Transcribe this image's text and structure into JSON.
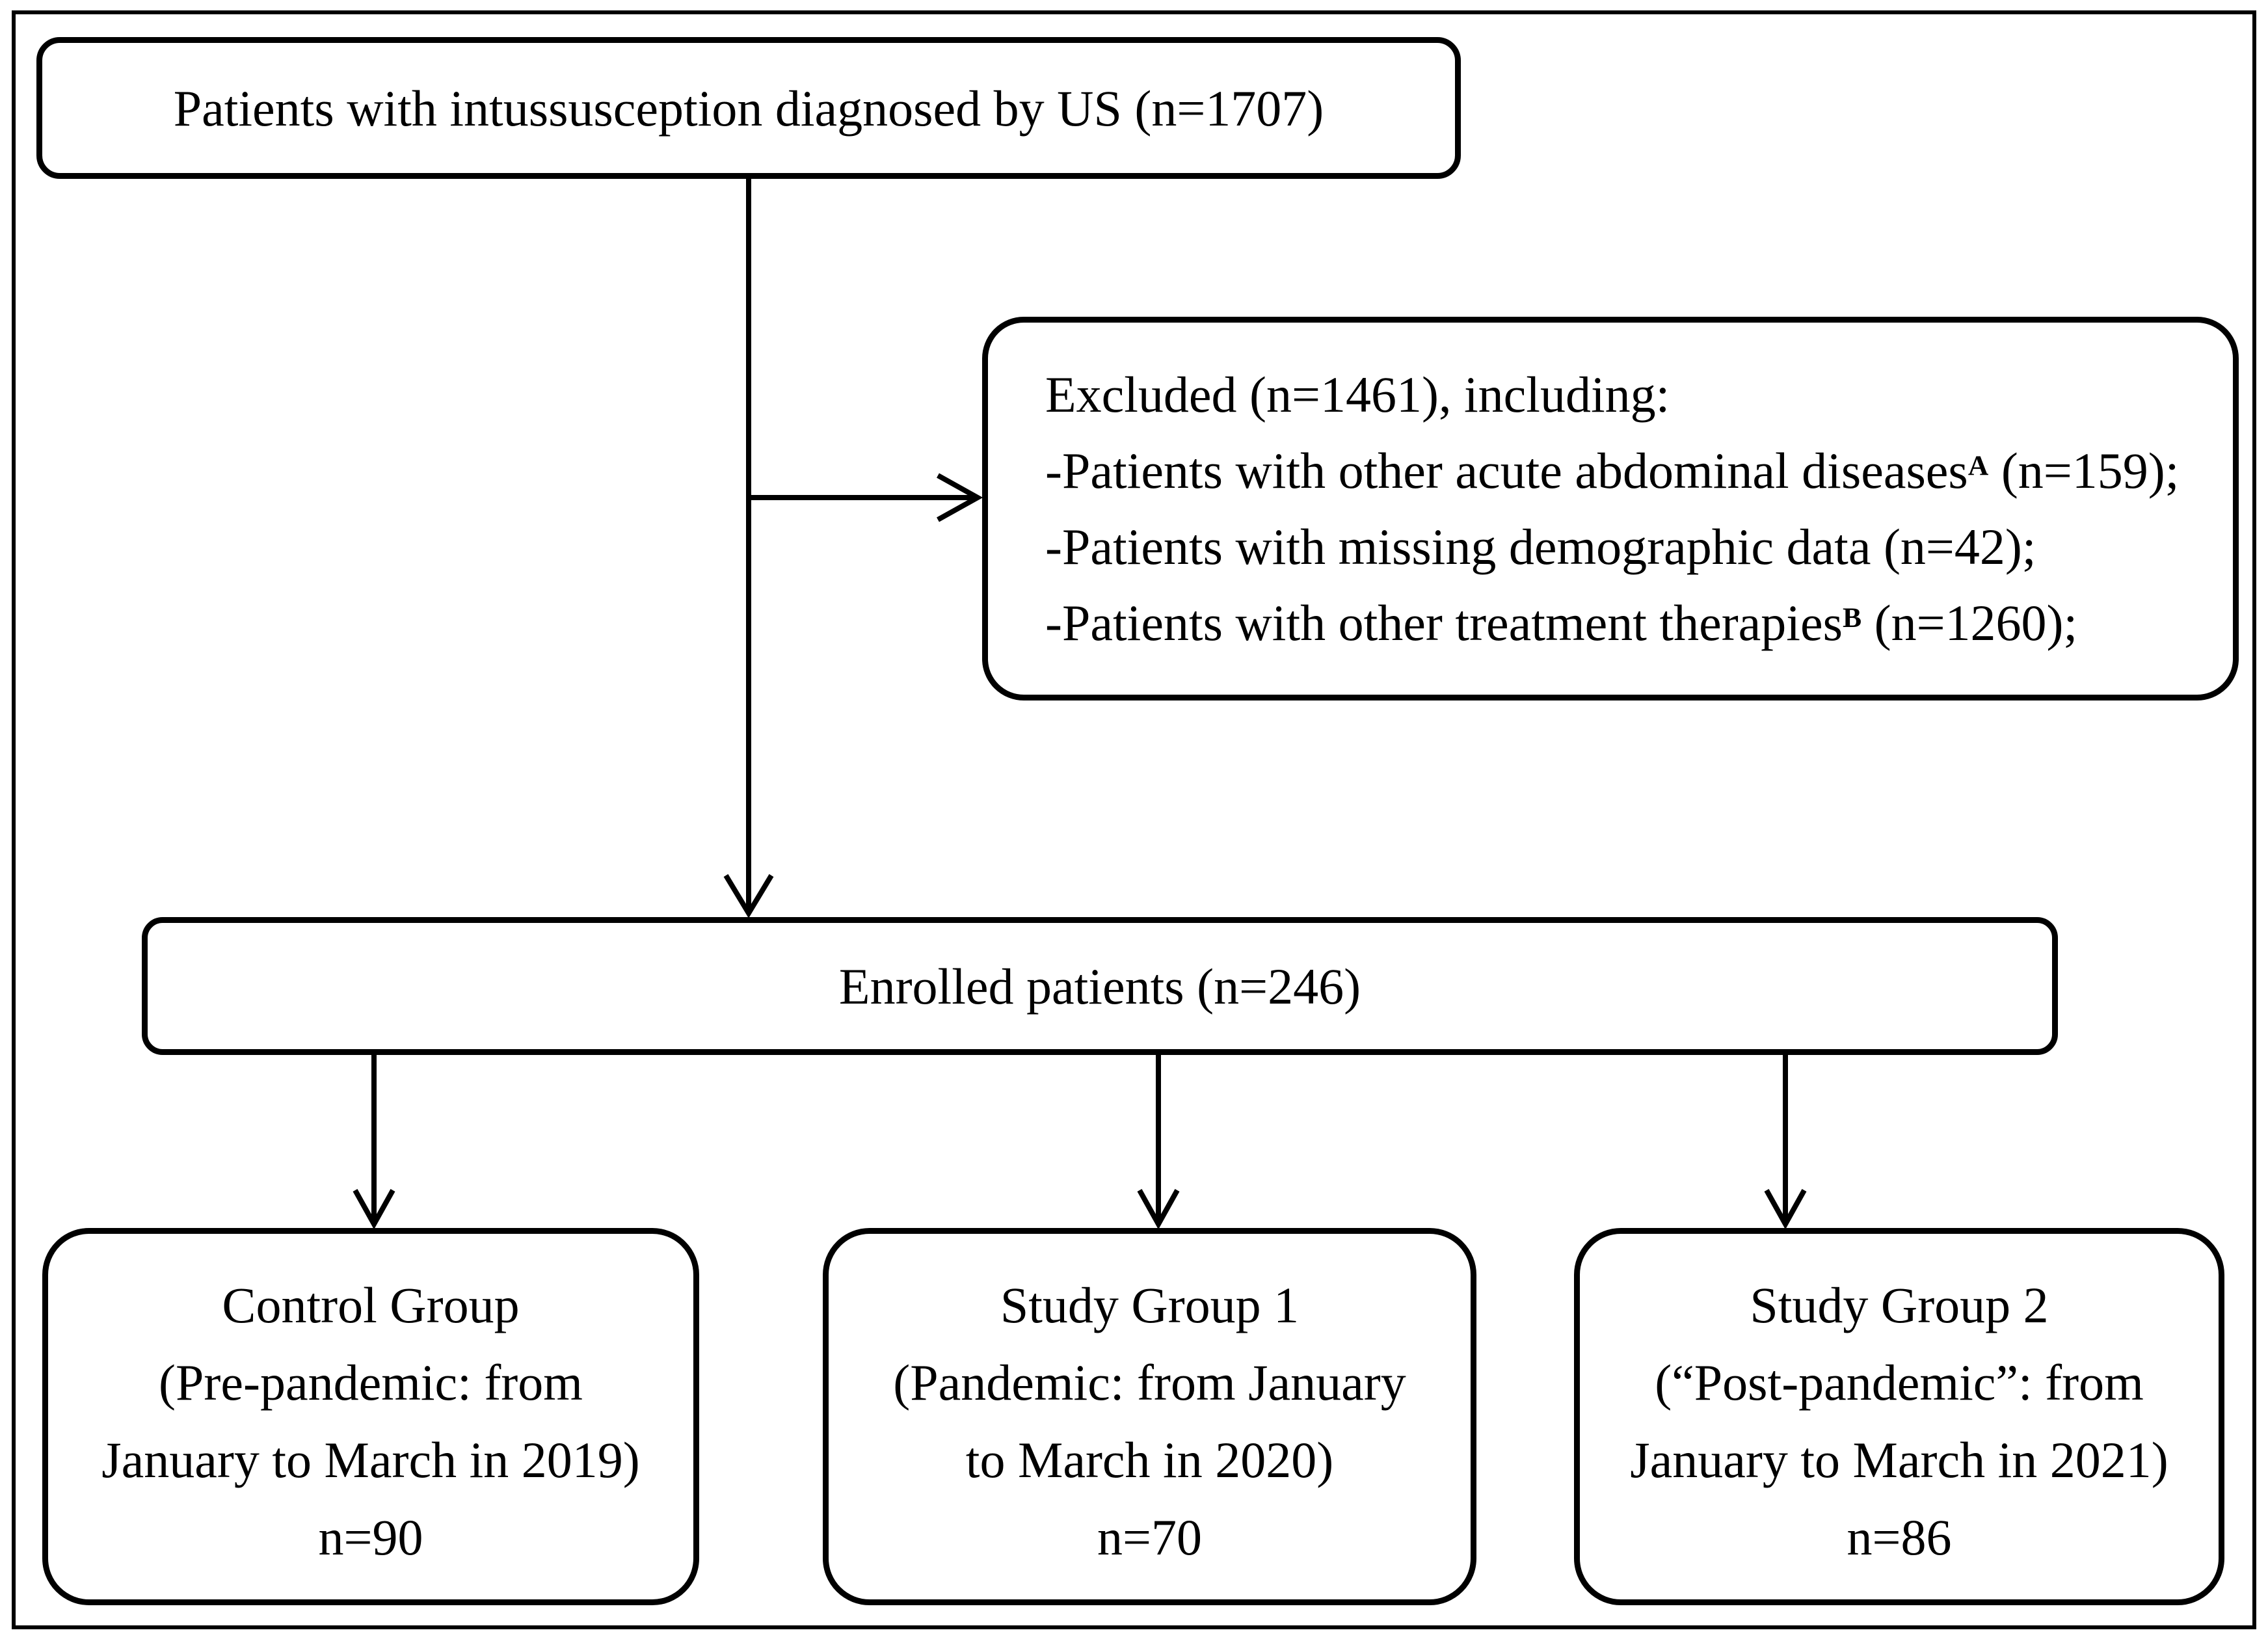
{
  "diagram": {
    "top_box": {
      "label": "Patients with intussusception diagnosed by US (n=1707)"
    },
    "excluded_box": {
      "title": "Excluded (n=1461), including:",
      "items": [
        {
          "prefix": "-Patients with other acute abdominal diseases",
          "sup": "A",
          "suffix": " (n=159);"
        },
        {
          "prefix": "-Patients with missing demographic data",
          "sup": "",
          "suffix": " (n=42);"
        },
        {
          "prefix": "-Patients with other treatment therapies",
          "sup": "B",
          "suffix": " (n=1260);"
        }
      ]
    },
    "enrolled_box": {
      "label": "Enrolled patients (n=246)"
    },
    "groups": [
      {
        "lines": [
          "Control Group",
          "(Pre-pandemic: from",
          "January to March in 2019)",
          "n=90"
        ]
      },
      {
        "lines": [
          "Study Group 1",
          "(Pandemic: from January",
          "to March in 2020)",
          "n=70"
        ]
      },
      {
        "lines": [
          "Study Group 2",
          "(“Post-pandemic”: from",
          "January to March in 2021)",
          "n=86"
        ]
      }
    ],
    "colors": {
      "line": "#000000",
      "background": "#ffffff"
    }
  }
}
